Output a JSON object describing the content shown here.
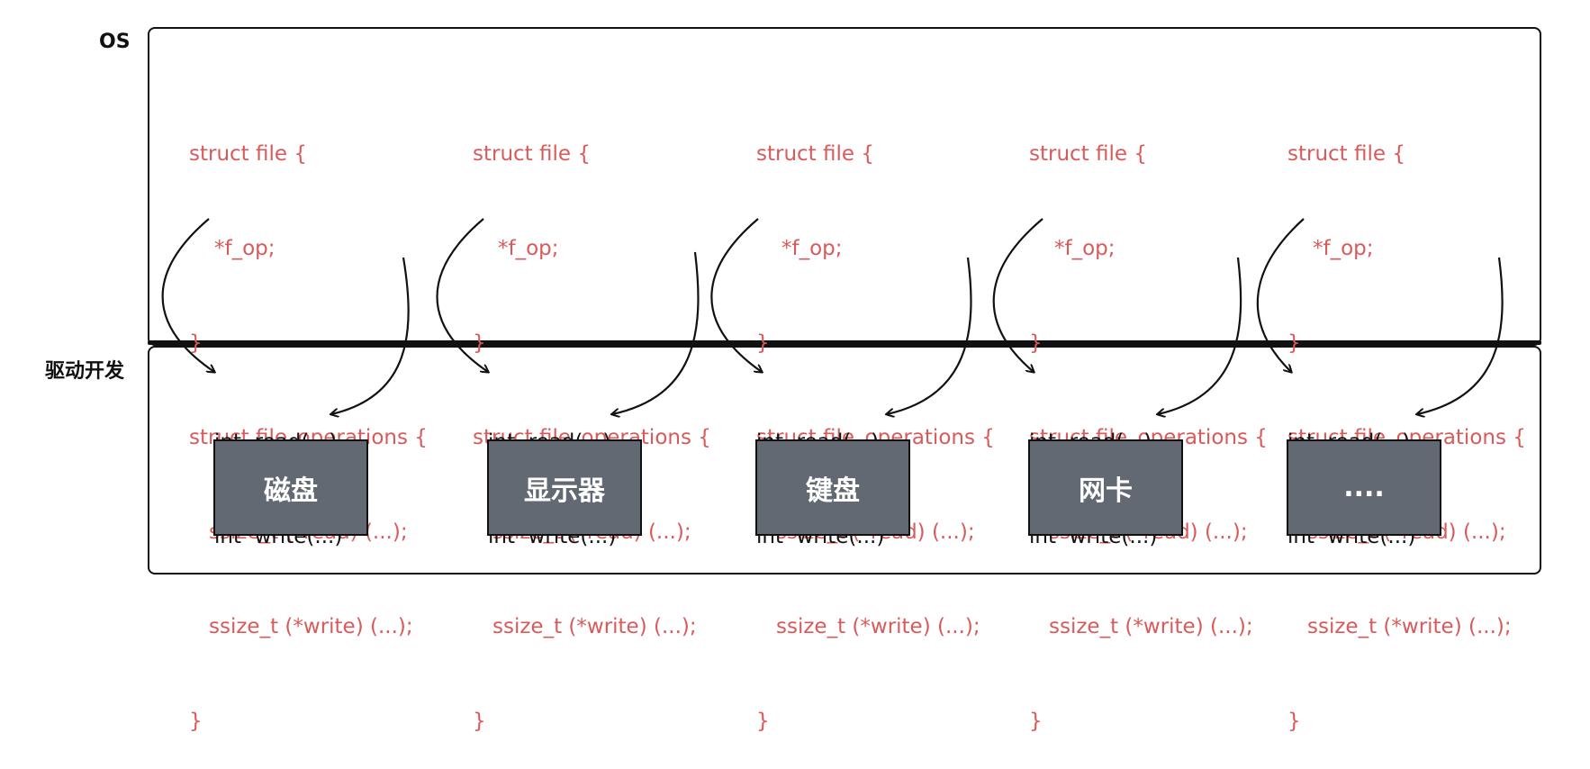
{
  "layers": {
    "os": "OS",
    "driver": "驱动开发"
  },
  "code": {
    "struct_file": "struct file {",
    "f_op": "*f_op;",
    "close": "}",
    "struct_fops": "struct file_operations {",
    "read_ptr": "ssize_t (*read) (...);",
    "write_ptr": "ssize_t (*write) (...);"
  },
  "impl": {
    "read": "int  read(...)",
    "write": "int  write(...)"
  },
  "devices": [
    "磁盘",
    "显示器",
    "键盘",
    "网卡",
    "...."
  ]
}
